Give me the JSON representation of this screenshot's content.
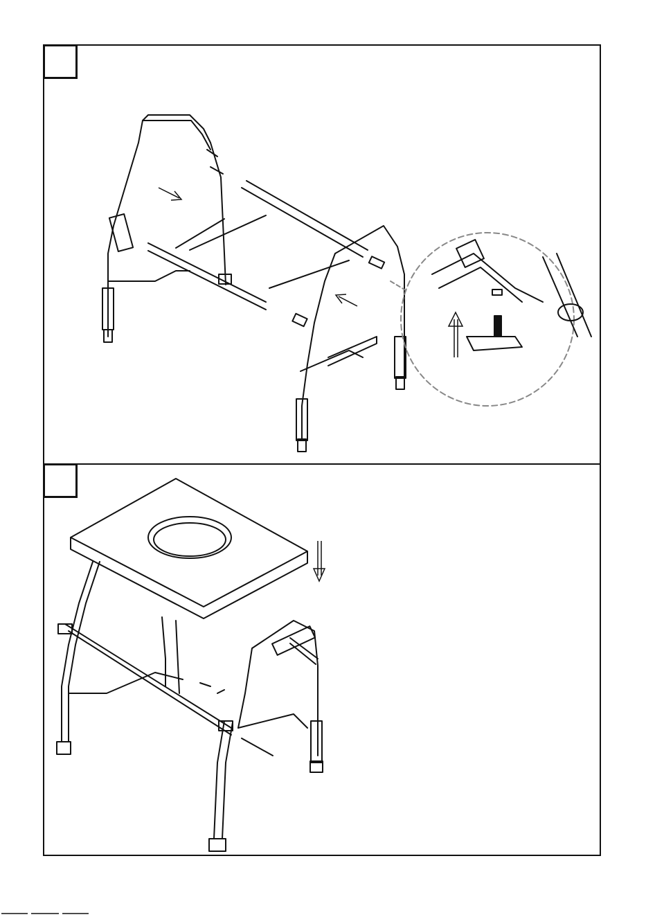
{
  "document": {
    "type": "assembly-instructions-page",
    "steps": [
      {
        "id": "step-1",
        "number": "",
        "description_visible": ""
      },
      {
        "id": "step-2",
        "number": "",
        "description_visible": ""
      }
    ]
  },
  "icons": {
    "insert_arrow": "arrow-right-down-icon",
    "insert_arrow_2": "arrow-left-up-icon",
    "lift_arrow": "arrow-up-icon",
    "drop_arrow": "arrow-down-icon"
  },
  "colors": {
    "line": "#111111",
    "background": "#ffffff",
    "detail_circle": "#888888"
  }
}
